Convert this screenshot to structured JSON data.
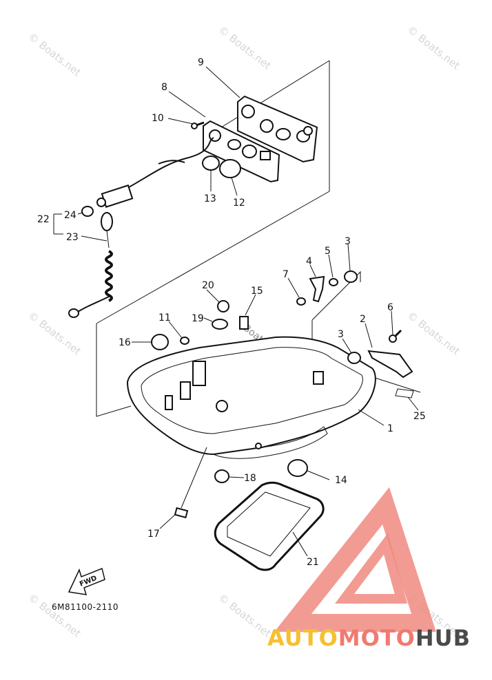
{
  "diagram": {
    "code": "6M81100-2110",
    "fwd_label": "FWD",
    "watermark_text": "© Boats.net",
    "watermark_inline_text": "Boats.net",
    "callouts": [
      {
        "id": "c1",
        "text": "1"
      },
      {
        "id": "c2",
        "text": "2"
      },
      {
        "id": "c3a",
        "text": "3"
      },
      {
        "id": "c3b",
        "text": "3"
      },
      {
        "id": "c4",
        "text": "4"
      },
      {
        "id": "c5",
        "text": "5"
      },
      {
        "id": "c6",
        "text": "6"
      },
      {
        "id": "c7",
        "text": "7"
      },
      {
        "id": "c8",
        "text": "8"
      },
      {
        "id": "c9",
        "text": "9"
      },
      {
        "id": "c10",
        "text": "10"
      },
      {
        "id": "c11",
        "text": "11"
      },
      {
        "id": "c12",
        "text": "12"
      },
      {
        "id": "c13",
        "text": "13"
      },
      {
        "id": "c14",
        "text": "14"
      },
      {
        "id": "c15",
        "text": "15"
      },
      {
        "id": "c16",
        "text": "16"
      },
      {
        "id": "c17",
        "text": "17"
      },
      {
        "id": "c18",
        "text": "18"
      },
      {
        "id": "c19",
        "text": "19"
      },
      {
        "id": "c20",
        "text": "20"
      },
      {
        "id": "c21",
        "text": "21"
      },
      {
        "id": "c22",
        "text": "22"
      },
      {
        "id": "c23",
        "text": "23"
      },
      {
        "id": "c24",
        "text": "24"
      },
      {
        "id": "c25",
        "text": "25"
      }
    ]
  },
  "brand": {
    "part1": "AUTO",
    "part2": "MOTO",
    "part3": "HUB",
    "colors": {
      "auto": "#f5c030",
      "moto": "#f07a70",
      "hub": "#4a4a4a",
      "logo": "#f08a80"
    }
  }
}
